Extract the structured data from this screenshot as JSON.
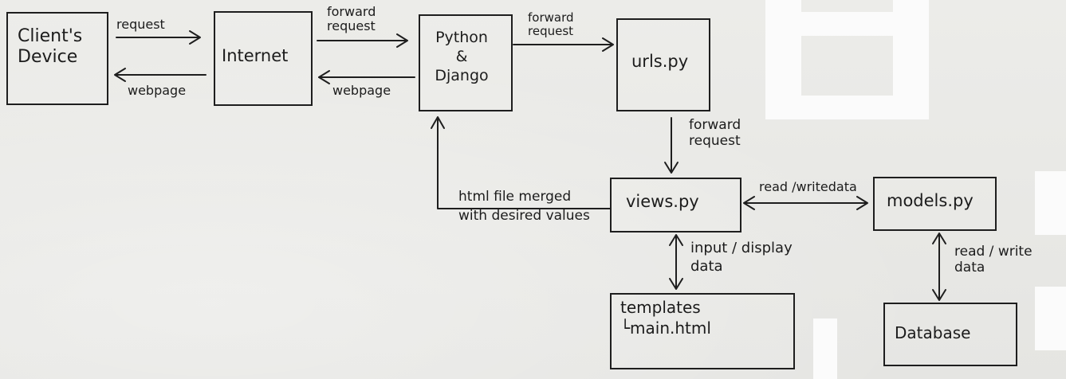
{
  "nodes": {
    "client": "Client's\nDevice",
    "internet": "Internet",
    "python_django": "Python\n&\nDjango",
    "urls": "urls.py",
    "views": "views.py",
    "models": "models.py",
    "templates": "templates\n└main.html",
    "database": "Database"
  },
  "edges": {
    "request": "request",
    "webpage_1": "webpage",
    "forward_request_1": "forward\nrequest",
    "webpage_2": "webpage",
    "forward_request_2": "forward\nrequest",
    "forward_request_3": "forward\nrequest",
    "html_file_merged": "html file merged\nwith desired values",
    "read_write_data_1": "read /writedata",
    "input_display_data": "input / display\ndata",
    "read_write_data_2": "read / write\ndata"
  }
}
